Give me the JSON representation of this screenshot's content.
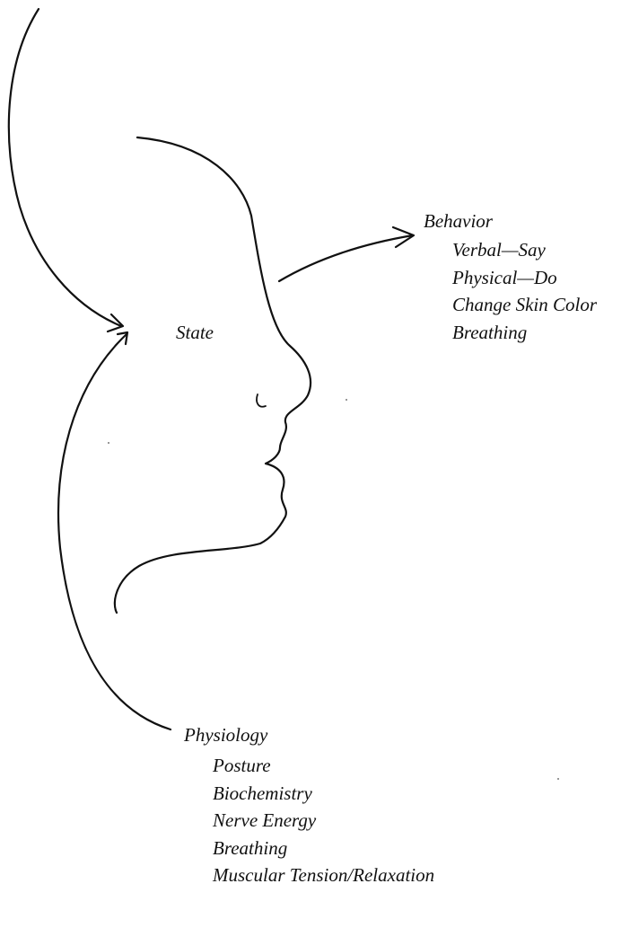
{
  "diagram": {
    "center": {
      "label": "State"
    },
    "behavior": {
      "title": "Behavior",
      "items": [
        "Verbal—Say",
        "Physical—Do",
        "Change Skin Color",
        "Breathing"
      ]
    },
    "physiology": {
      "title": "Physiology",
      "items": [
        "Posture",
        "Biochemistry",
        "Nerve Energy",
        "Breathing",
        "Muscular Tension/Relaxation"
      ]
    }
  }
}
